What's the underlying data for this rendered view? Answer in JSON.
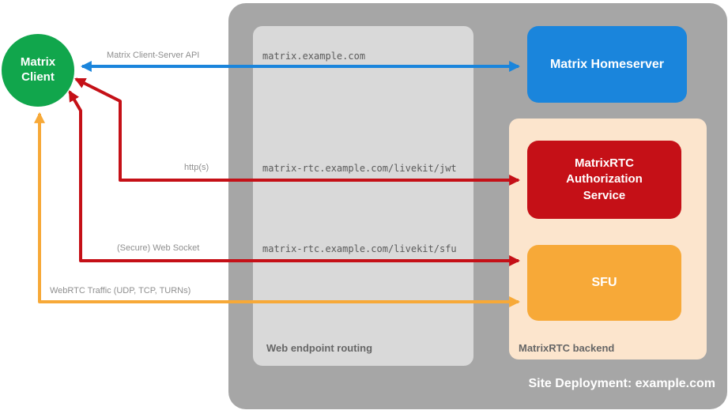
{
  "client_node": {
    "label": "Matrix Client",
    "color": "#11a64c"
  },
  "site_container": {
    "label": "Site Deployment: example.com",
    "color": "#a6a6a6"
  },
  "routing_panel": {
    "label": "Web endpoint routing",
    "color": "#d9d9d9",
    "routes": [
      "matrix.example.com",
      "matrix-rtc.example.com/livekit/jwt",
      "matrix-rtc.example.com/livekit/sfu"
    ]
  },
  "backend_panel": {
    "label": "MatrixRTC backend",
    "color": "#fce5cd"
  },
  "nodes": {
    "homeserver": {
      "label": "Matrix Homeserver",
      "color": "#1a85dc"
    },
    "auth_service": {
      "label": "MatrixRTC Authorization Service",
      "color": "#c51017"
    },
    "sfu": {
      "label": "SFU",
      "color": "#f7a938"
    }
  },
  "connections": [
    {
      "label": "Matrix Client-Server API",
      "color": "#1a85dc",
      "from": "Matrix Client",
      "to": "Matrix Homeserver"
    },
    {
      "label": "http(s)",
      "color": "#c51017",
      "from": "Matrix Client",
      "to": "MatrixRTC Authorization Service"
    },
    {
      "label": "(Secure) Web Socket",
      "color": "#c51017",
      "from": "Matrix Client",
      "to": "SFU"
    },
    {
      "label": "WebRTC Traffic (UDP, TCP, TURNs)",
      "color": "#f7a938",
      "from": "Matrix Client",
      "to": "SFU"
    }
  ]
}
